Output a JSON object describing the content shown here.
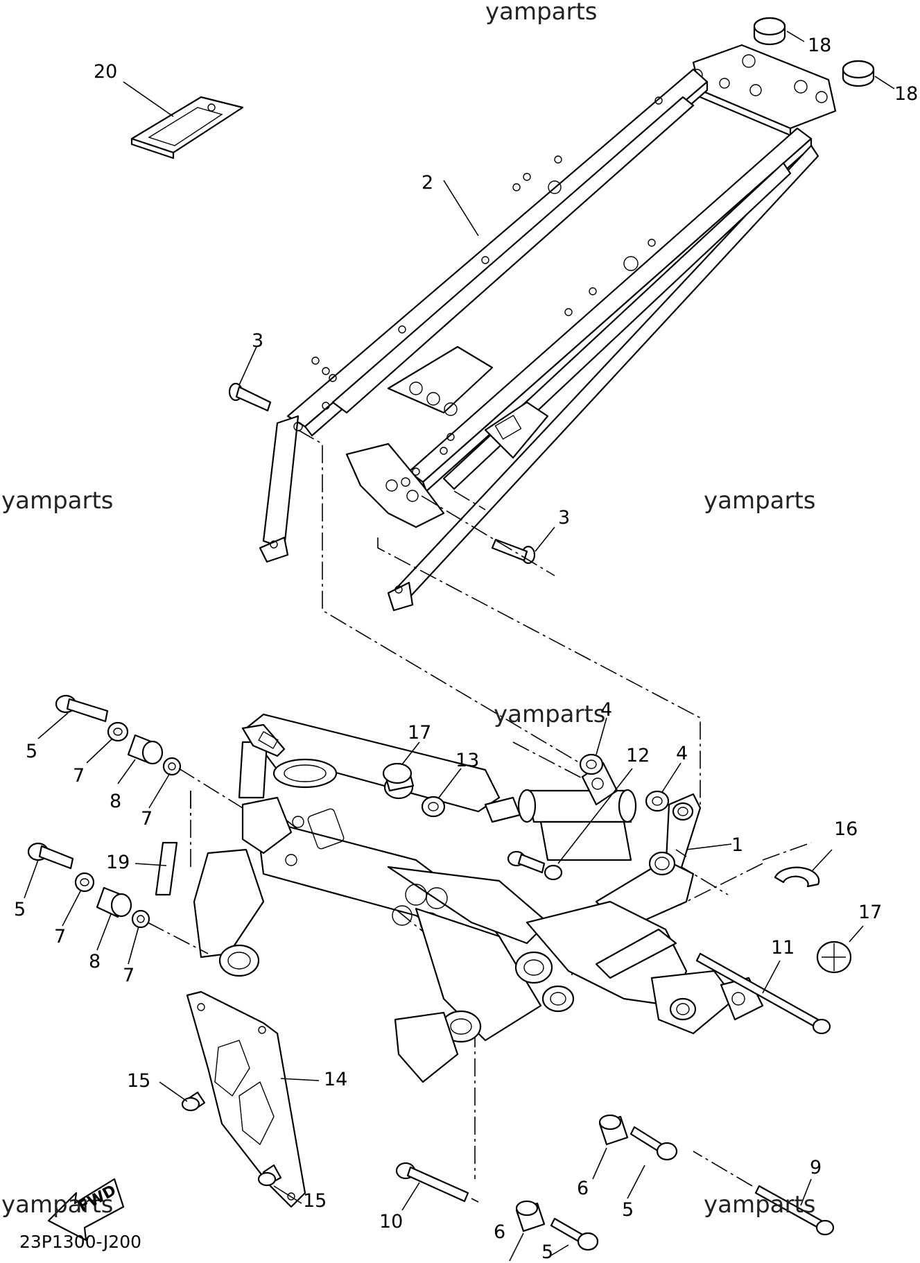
{
  "watermark": "yamparts",
  "diagram_code": "23P1300-J200",
  "fwd_label": "FWD",
  "callouts": {
    "c20": "20",
    "c18a": "18",
    "c18b": "18",
    "c2": "2",
    "c3a": "3",
    "c3b": "3",
    "c4a": "4",
    "c4b": "4",
    "c17a": "17",
    "c13": "13",
    "c12": "12",
    "c16": "16",
    "c1": "1",
    "c5a": "5",
    "c7a": "7",
    "c8a": "8",
    "c7b": "7",
    "c19": "19",
    "c5b": "5",
    "c7c": "7",
    "c8b": "8",
    "c7d": "7",
    "c11": "11",
    "c17b": "17",
    "c15a": "15",
    "c14": "14",
    "c15b": "15",
    "c9": "9",
    "c6a": "6",
    "c5c": "5",
    "c10": "10",
    "c6b": "6",
    "c5d": "5"
  }
}
